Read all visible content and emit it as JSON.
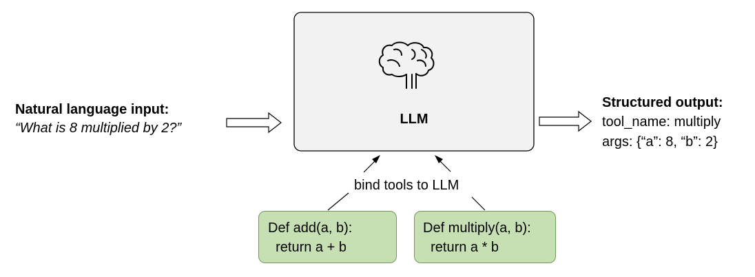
{
  "input": {
    "heading": "Natural language input:",
    "query": "“What is 8 multiplied by 2?”"
  },
  "llm": {
    "label": "LLM",
    "icon": "brain-icon"
  },
  "bind_label": "bind tools to LLM",
  "output": {
    "heading": "Structured output:",
    "tool_name_line": "tool_name: multiply",
    "args_line": "args: {“a”: 8, “b”: 2}"
  },
  "tools": [
    {
      "signature": "Def add(a, b):",
      "body": "  return a + b"
    },
    {
      "signature": "Def multiply(a, b):",
      "body": "  return a * b"
    }
  ],
  "colors": {
    "llm_box_fill": "#f2f2f2",
    "tool_box_fill": "#c6e0b4",
    "tool_box_border": "#6f9a57"
  }
}
